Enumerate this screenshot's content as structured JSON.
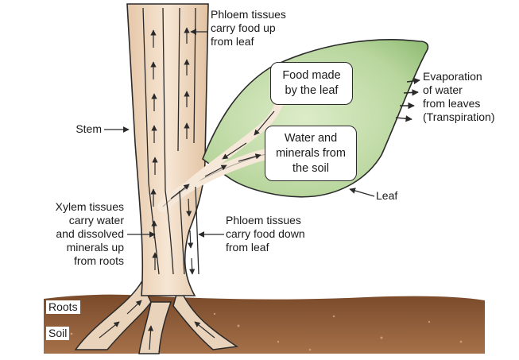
{
  "labels": {
    "phloem_up": "Phloem tissues carry food up from leaf",
    "phloem_down": "Phloem tissues carry food down from leaf",
    "xylem": "Xylem tissues carry water and dissolved minerals up from roots",
    "stem": "Stem",
    "leaf": "Leaf",
    "evaporation": "Evaporation of water from leaves (Transpiration)",
    "roots": "Roots",
    "soil": "Soil"
  },
  "boxes": {
    "food": "Food made by the leaf",
    "water": "Water and minerals from the soil"
  },
  "lines": {
    "phloem_up": [
      "Phloem tissues",
      "carry food up",
      "from leaf"
    ],
    "phloem_down": [
      "Phloem tissues",
      "carry food down",
      "from leaf"
    ],
    "xylem": [
      "Xylem tissues",
      "carry water",
      "and dissolved",
      "minerals up",
      "from roots"
    ],
    "evaporation": [
      "Evaporation",
      "of water",
      "from leaves",
      "(Transpiration)"
    ],
    "food": [
      "Food made",
      "by the leaf"
    ],
    "water": [
      "Water and",
      "minerals from",
      "the soil"
    ]
  },
  "colors": {
    "stem_fill": "#f1dcc6",
    "leaf_fill": "#bcd9a4",
    "soil": "#8a5a36",
    "outline": "#2a2a2a"
  }
}
